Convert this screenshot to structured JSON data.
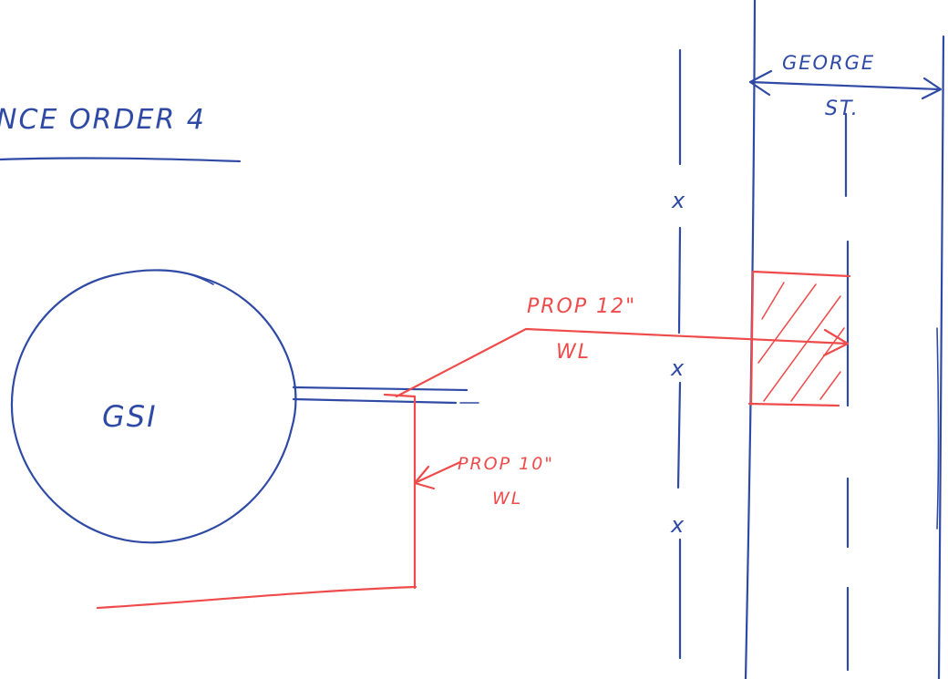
{
  "title": "NCE ORDER 4",
  "street": {
    "name_line1": "GEORGE",
    "name_line2": "ST."
  },
  "circle_label": "GSI",
  "pipe_12": {
    "line1": "PROP 12\"",
    "line2": "WL"
  },
  "pipe_10": {
    "line1": "PROP 10\"",
    "line2": "WL"
  },
  "x_marks": [
    "x",
    "x",
    "x"
  ],
  "colors": {
    "blue_ink": "#2f4aa5",
    "red_ink": "#ef4b4b"
  }
}
